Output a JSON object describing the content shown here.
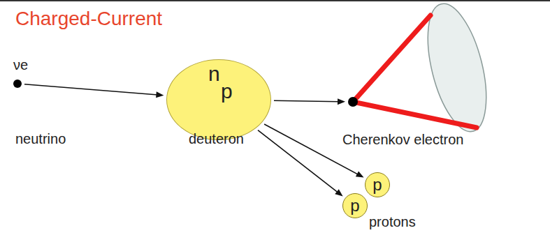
{
  "diagram": {
    "title": "Charged-Current",
    "nodes": [
      {
        "text": [
          "νe"
        ]
      },
      {
        "text": [
          "n",
          "p"
        ]
      },
      {
        "text": [
          "Cherenkov electron"
        ]
      },
      {
        "text": [
          "p"
        ]
      },
      {
        "text": [
          "p"
        ]
      }
    ],
    "edges": [
      {
        "from": 0,
        "to": 1,
        "arrow": "to"
      },
      {
        "from": 1,
        "to": 2,
        "arrow": "to"
      },
      {
        "from": 1,
        "to": 3,
        "arrow": "to"
      },
      {
        "from": 1,
        "to": 4,
        "arrow": "to"
      }
    ],
    "labels": [
      "neutrino",
      "deuteron",
      "protons"
    ]
  }
}
